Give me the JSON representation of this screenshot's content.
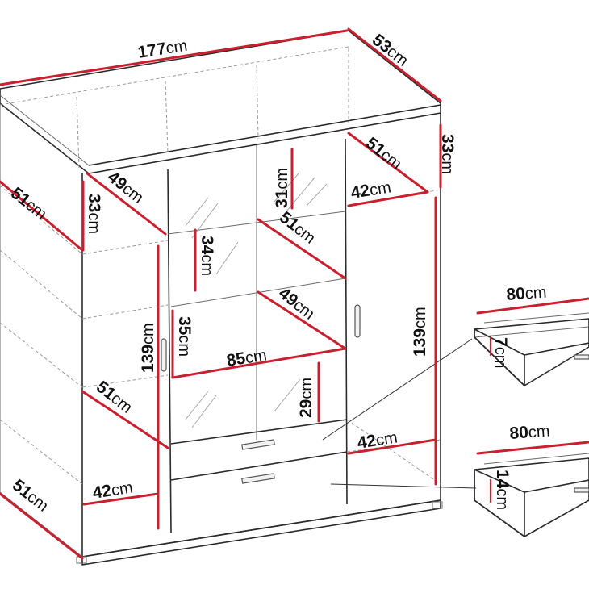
{
  "dimensions": {
    "width": {
      "value": "177",
      "unit": "cm"
    },
    "depth": {
      "value": "53",
      "unit": "cm"
    },
    "top_compartment_depth": {
      "value": "51",
      "unit": "cm"
    },
    "top_compartment_height_right": {
      "value": "33",
      "unit": "cm"
    },
    "top_compartment_width_right": {
      "value": "42",
      "unit": "cm"
    },
    "left_shelf_depth_top": {
      "value": "51",
      "unit": "cm"
    },
    "left_top_depth": {
      "value": "49",
      "unit": "cm"
    },
    "left_top_height": {
      "value": "33",
      "unit": "cm"
    },
    "middle_top_height": {
      "value": "31",
      "unit": "cm"
    },
    "middle_shelf_depth_upper": {
      "value": "51",
      "unit": "cm"
    },
    "middle_upper_height": {
      "value": "34",
      "unit": "cm"
    },
    "middle_shelf_depth_lower": {
      "value": "49",
      "unit": "cm"
    },
    "middle_lower_height": {
      "value": "35",
      "unit": "cm"
    },
    "middle_width": {
      "value": "85",
      "unit": "cm"
    },
    "middle_bottom_height": {
      "value": "29",
      "unit": "cm"
    },
    "left_section_height": {
      "value": "139",
      "unit": "cm"
    },
    "right_section_height": {
      "value": "139",
      "unit": "cm"
    },
    "left_shelf_depth_lower": {
      "value": "51",
      "unit": "cm"
    },
    "left_width": {
      "value": "42",
      "unit": "cm"
    },
    "right_width": {
      "value": "42",
      "unit": "cm"
    },
    "bottom_depth": {
      "value": "51",
      "unit": "cm"
    },
    "drawer_upper_width": {
      "value": "80",
      "unit": "cm"
    },
    "drawer_upper_height": {
      "value": "7",
      "unit": "cm"
    },
    "drawer_lower_width": {
      "value": "80",
      "unit": "cm"
    },
    "drawer_lower_height": {
      "value": "14",
      "unit": "cm"
    }
  },
  "colors": {
    "dimension_line": "#c8202f",
    "outline": "#2b2b2b",
    "text": "#111111",
    "background": "#ffffff"
  }
}
